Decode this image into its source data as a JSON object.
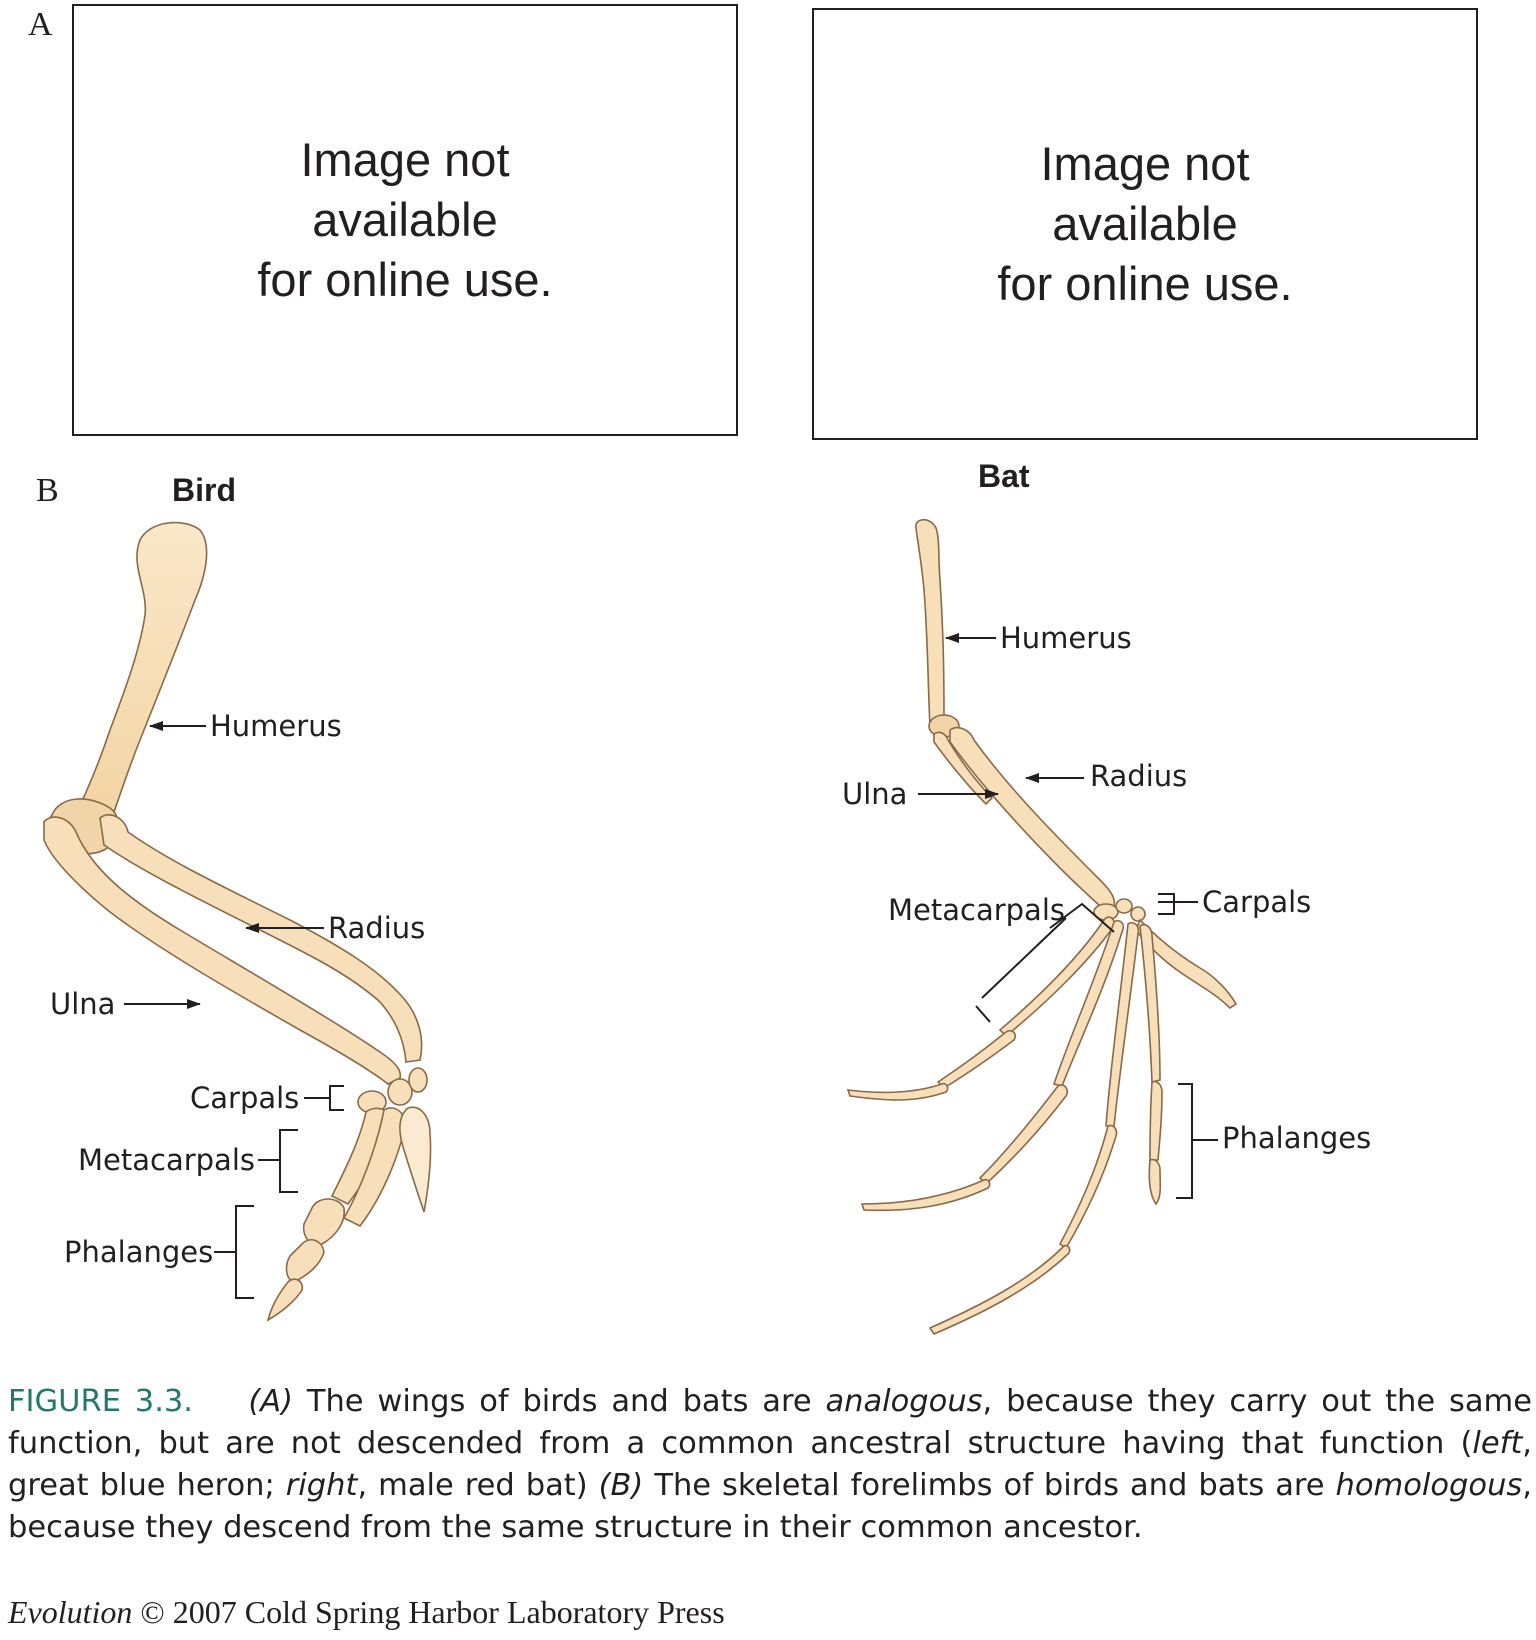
{
  "panel_a": {
    "letter": "A",
    "left_placeholder": [
      "Image not",
      "available",
      "for online use."
    ],
    "right_placeholder": [
      "Image not",
      "available",
      "for online use."
    ]
  },
  "panel_b": {
    "letter": "B",
    "bird": {
      "title": "Bird",
      "labels": {
        "humerus": "Humerus",
        "radius": "Radius",
        "ulna": "Ulna",
        "carpals": "Carpals",
        "metacarpals": "Metacarpals",
        "phalanges": "Phalanges"
      }
    },
    "bat": {
      "title": "Bat",
      "labels": {
        "humerus": "Humerus",
        "radius": "Radius",
        "ulna": "Ulna",
        "metacarpals": "Metacarpals",
        "carpals": "Carpals",
        "phalanges": "Phalanges"
      }
    }
  },
  "caption": {
    "figure_label": "FIGURE 3.3.",
    "part_a_marker": "(A)",
    "text_1": " The wings of birds and bats are ",
    "term_1": "analogous",
    "text_2": ", because they carry out the same function, but are not descended from a common ancestral structure having that function (",
    "left_word": "left",
    "text_3": ", great blue heron; ",
    "right_word": "right",
    "text_4": ", male red bat) ",
    "part_b_marker": "(B)",
    "text_5": " The skeletal forelimbs of birds and bats are ",
    "term_2": "homologous",
    "text_6": ", because they descend from the same structure in their common ancestor."
  },
  "footer": {
    "book_title": "Evolution",
    "rest": " © 2007 Cold Spring Harbor Laboratory Press"
  },
  "colors": {
    "bone_fill": "#f7dfb9",
    "bone_shade": "#efcf9f",
    "bone_stroke": "#8a6a47",
    "text": "#231f20",
    "figure_label": "#1f7a6a"
  }
}
